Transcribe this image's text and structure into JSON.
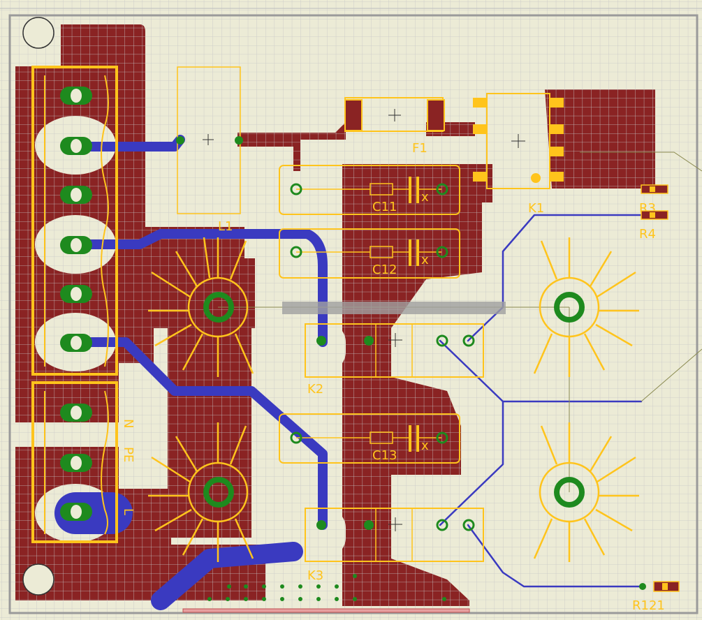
{
  "window": {
    "title": ""
  },
  "colors": {
    "background": "#ecebd6",
    "grid": "#c8c8c8",
    "copper_top": "#8a2323",
    "copper_bottom": "#3a3ac0",
    "silkscreen": "#ffc41c",
    "pad": "#1e8a1e",
    "outline": "#9a9a9a"
  },
  "components": {
    "L1": "L1",
    "F1": "F1",
    "K1": "K1",
    "K2": "K2",
    "K3": "K3",
    "C11": "C11",
    "C12": "C12",
    "C13": "C13",
    "R3": "R3",
    "R4": "R4",
    "R121": "R121"
  },
  "connector_labels": {
    "n": "N",
    "pe": "PE",
    "l": "L"
  },
  "polarity_mark": "x"
}
